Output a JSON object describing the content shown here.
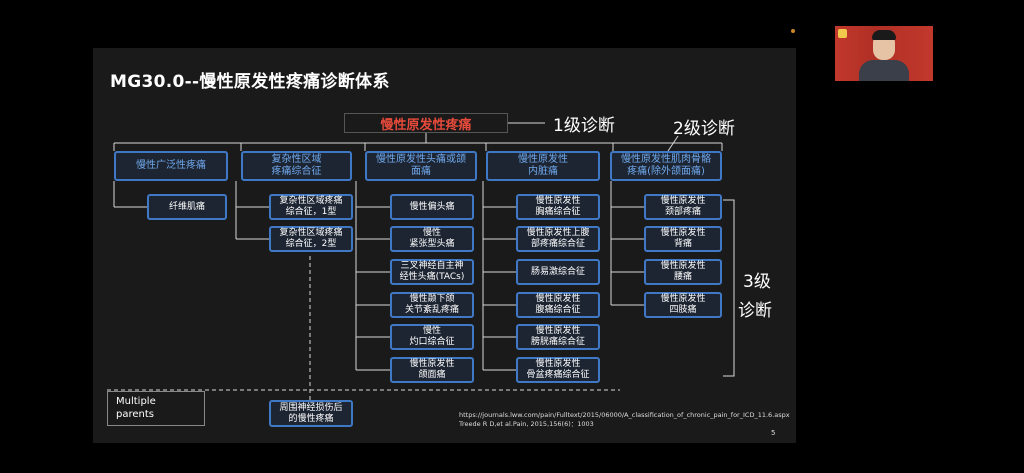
{
  "slide": {
    "title": "MG30.0--慢性原发性疼痛诊断体系",
    "root_label": "慢性原发性疼痛",
    "level_labels": {
      "level1": "1级诊断",
      "level2": "2级诊断",
      "level3_line1": "3级",
      "level3_line2": "诊断"
    },
    "level2": [
      "慢性广泛性疼痛",
      "复杂性区域\n疼痛综合征",
      "慢性原发性头痛或颌\n面痛",
      "慢性原发性\n内脏痛",
      "慢性原发性肌肉骨骼\n疼痛(除外颌面痛)"
    ],
    "col1_children": [
      "纤维肌痛"
    ],
    "col2_children": [
      "复杂性区域疼痛\n综合征，1型",
      "复杂性区域疼痛\n综合征，2型"
    ],
    "col3_children": [
      "慢性偏头痛",
      "慢性\n紧张型头痛",
      "三叉神经自主神\n经性头痛(TACs)",
      "慢性颞下颌\n关节紊乱疼痛",
      "慢性\n灼口综合征",
      "慢性原发性\n颌面痛"
    ],
    "col4_children": [
      "慢性原发性\n胸痛综合征",
      "慢性原发性上腹\n部疼痛综合征",
      "肠易激综合征",
      "慢性原发性\n腹痛综合征",
      "慢性原发性\n膀胱痛综合征",
      "慢性原发性\n骨盆疼痛综合征"
    ],
    "col5_children": [
      "慢性原发性\n颈部疼痛",
      "慢性原发性\n背痛",
      "慢性原发性\n腰痛",
      "慢性原发性\n四肢痛"
    ],
    "multiple_parents": {
      "line1": "Multiple",
      "line2": "parents"
    },
    "bottom_box": "周围神经损伤后\n的慢性疼痛",
    "reference": {
      "line1": "https://journals.lww.com/pain/Fulltext/2015/06000/A_classification_of_chronic_pain_for_ICD_11.6.aspx",
      "line2": "Treede R D,et al.Pain, 2015,156(6)：1003"
    },
    "page_number": "5"
  },
  "colors": {
    "background": "#000000",
    "slide_background": "#1a1a1a",
    "box_border": "#3f78c4",
    "root_red": "#e74a3b",
    "level2_text": "#6fa8ec",
    "webcam_bg": "#c2382c"
  }
}
